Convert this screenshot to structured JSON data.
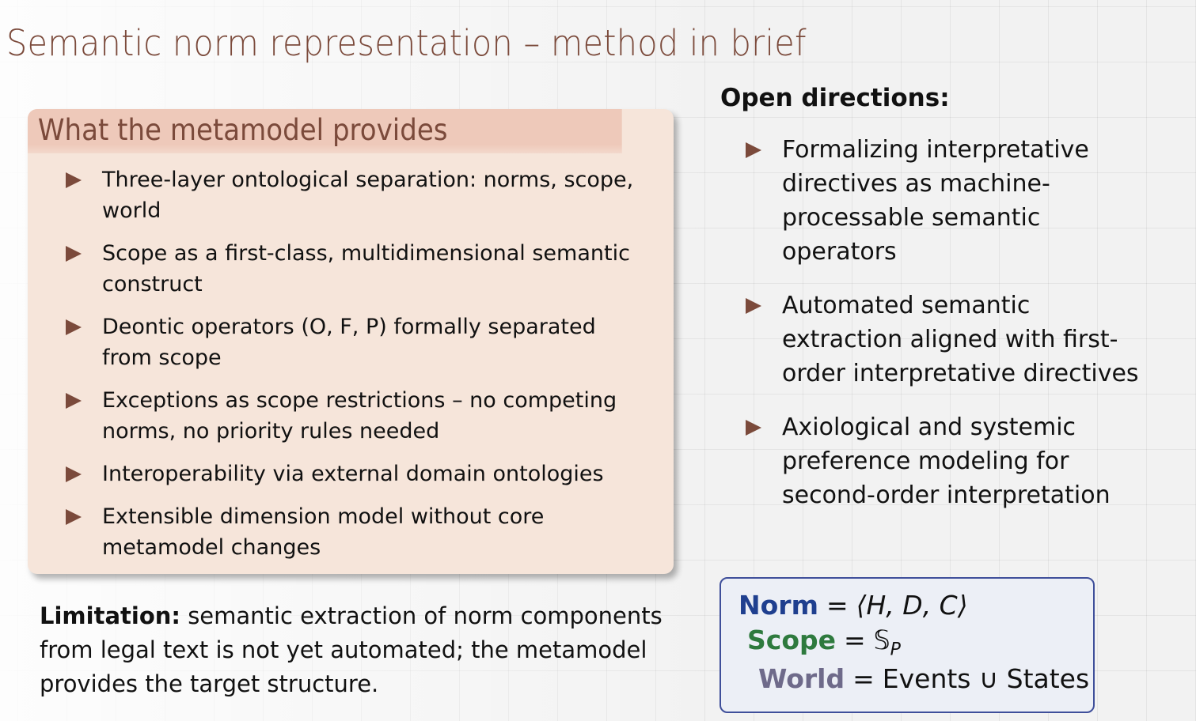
{
  "title": "Semantic norm representation – method in brief",
  "block": {
    "heading": "What the metamodel provides",
    "items": [
      "Three-layer ontological separation: norms, scope, world",
      "Scope as a first-class, multidimensional semantic construct",
      "Deontic operators (O, F, P) formally separated from scope",
      "Exceptions as scope restrictions – no competing norms, no priority rules needed",
      "Interoperability via external domain ontologies",
      "Extensible dimension model without core metamodel changes"
    ]
  },
  "limitation": {
    "label": "Limitation:",
    "text": "semantic extraction of norm components from legal text is not yet automated; the metamodel provides the target structure."
  },
  "open_directions": {
    "heading": "Open directions:",
    "items": [
      "Formalizing interpretative directives as machine-processable semantic operators",
      "Automated semantic extraction aligned with first-order interpretative directives",
      "Axiological and systemic preference modeling for second-order interpretation"
    ]
  },
  "formula": {
    "norm_label": "Norm",
    "norm_rhs": "⟨H, D, C⟩",
    "scope_label": "Scope",
    "scope_rhs": "𝕊",
    "scope_sub": "P",
    "world_label": "World",
    "world_rhs": "Events ∪ States",
    "equals": "=",
    "colors": {
      "norm": "#1f3f8f",
      "scope": "#2e7a3e",
      "world": "#6e6a8a"
    }
  }
}
